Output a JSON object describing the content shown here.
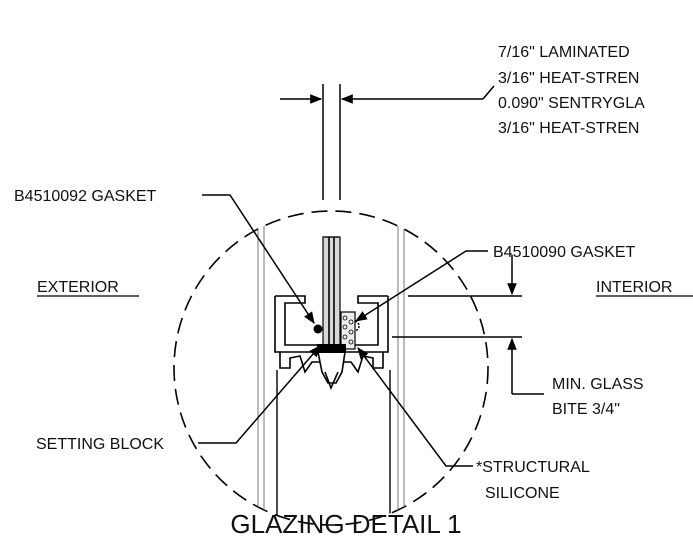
{
  "labels": {
    "spec_line_1": "7/16\" LAMINATED",
    "spec_line_2": "3/16\" HEAT-STREN",
    "spec_line_3": "0.090\" SENTRYGLA",
    "spec_line_4": "3/16\" HEAT-STREN",
    "gasket_left": "B4510092 GASKET",
    "gasket_right": "B4510090 GASKET",
    "exterior": "EXTERIOR",
    "interior": "INTERIOR",
    "min_glass_line1": "MIN. GLASS",
    "min_glass_line2": "BITE 3/4\"",
    "setting_block": "SETTING BLOCK",
    "structural_line1": "*STRUCTURAL",
    "structural_line2": "SILICONE",
    "title": "GLAZING DETAIL 1"
  }
}
